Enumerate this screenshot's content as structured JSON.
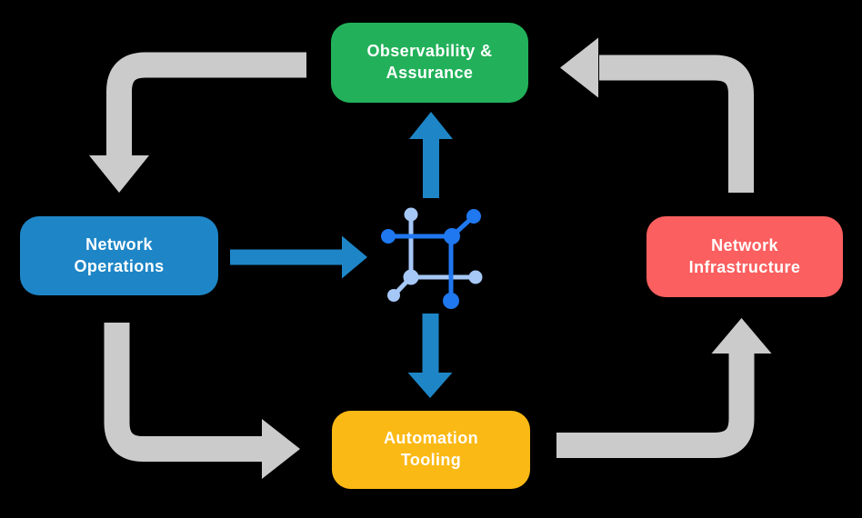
{
  "diagram": {
    "name": "network-automation-cycle",
    "nodes": {
      "observability": {
        "label": "Observability & Assurance",
        "line1": "Observability &",
        "line2": "Assurance",
        "color_key": "green"
      },
      "network_operations": {
        "label": "Network Operations",
        "line1": "Network",
        "line2": "Operations",
        "color_key": "blue"
      },
      "network_infrastructure": {
        "label": "Network Infrastructure",
        "line1": "Network",
        "line2": "Infrastructure",
        "color_key": "red"
      },
      "automation_tooling": {
        "label": "Automation Tooling",
        "line1": "Automation",
        "line2": "Tooling",
        "color_key": "yellow"
      }
    },
    "center_icon": "network-mesh-icon",
    "flows": [
      {
        "from": "Observability & Assurance",
        "to": "Network Operations",
        "style": "gray-elbow-arrow"
      },
      {
        "from": "Network Operations",
        "to": "Automation Tooling",
        "style": "gray-elbow-arrow"
      },
      {
        "from": "Automation Tooling",
        "to": "Network Infrastructure",
        "style": "gray-elbow-arrow"
      },
      {
        "from": "Network Infrastructure",
        "to": "Observability & Assurance",
        "style": "gray-elbow-arrow"
      },
      {
        "from": "Network Operations",
        "to": "network-mesh-icon",
        "style": "blue-straight-arrow"
      },
      {
        "from": "network-mesh-icon",
        "to": "Observability & Assurance",
        "style": "blue-straight-arrow"
      },
      {
        "from": "network-mesh-icon",
        "to": "Automation Tooling",
        "style": "blue-straight-arrow"
      }
    ],
    "colors": {
      "green": "#22B15A",
      "blue": "#1E86C7",
      "red": "#FB5F5F",
      "yellow": "#FBB915",
      "arrow_gray": "#CBCBCB",
      "arrow_blue": "#1E86C7",
      "icon_dark_blue": "#2078F0",
      "icon_light_blue": "#A6C8F7",
      "background": "#000000",
      "text": "#FFFFFF"
    }
  }
}
